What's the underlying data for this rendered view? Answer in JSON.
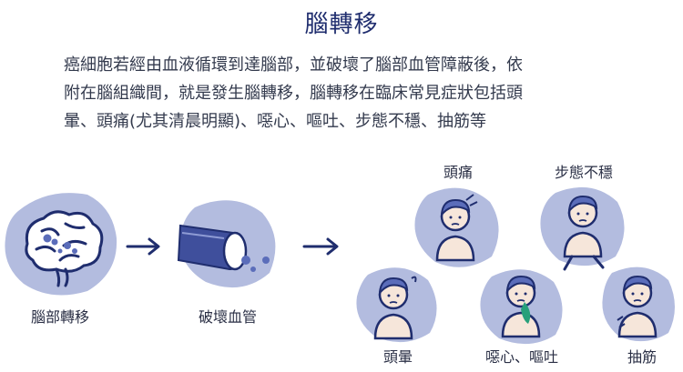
{
  "title": "腦轉移",
  "description": [
    "癌細胞若經由血液循環到達腦部，並破壞了腦部血管障蔽後，依",
    "附在腦組織間，就是發生腦轉移，腦轉移在臨床常見症狀包括頭",
    "暈、頭痛(尤其清晨明顯)、噁心、嘔吐、步態不穩、抽筋等"
  ],
  "process": {
    "step1_label": "腦部轉移",
    "step2_label": "破壞血管",
    "arrow_icon": "right-arrow-icon"
  },
  "symptoms": {
    "headache": "頭痛",
    "gait": "步態不穩",
    "dizziness": "頭暈",
    "nausea": "噁心、嘔吐",
    "seizure": "抽筋"
  },
  "colors": {
    "navy": "#1f2d6e",
    "blob": "#b3bcdf",
    "skin": "#f6e6da",
    "hair": "#5b6dba",
    "vomit": "#27a07a"
  }
}
